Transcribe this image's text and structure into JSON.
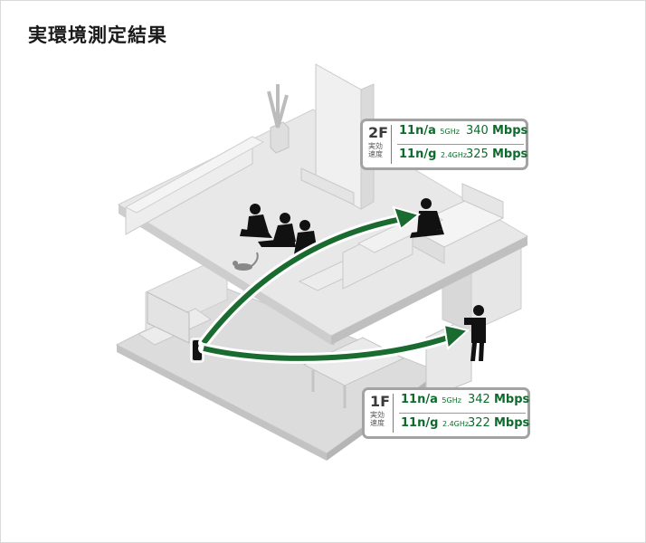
{
  "title": "実環境測定結果",
  "colors": {
    "accent": "#0d6b2c",
    "arrow": "#1a6b2f",
    "panel_border": "#a3a3a3"
  },
  "floors": [
    {
      "label": "2F",
      "sublabel": "実効速度",
      "rows": [
        {
          "standard": "11n/a",
          "band": "5GHz",
          "speed": "340",
          "unit": "Mbps"
        },
        {
          "standard": "11n/g",
          "band": "2.4GHz",
          "speed": "325",
          "unit": "Mbps"
        }
      ]
    },
    {
      "label": "1F",
      "sublabel": "実効速度",
      "rows": [
        {
          "standard": "11n/a",
          "band": "5GHz",
          "speed": "342",
          "unit": "Mbps"
        },
        {
          "standard": "11n/g",
          "band": "2.4GHz",
          "speed": "322",
          "unit": "Mbps"
        }
      ]
    }
  ]
}
